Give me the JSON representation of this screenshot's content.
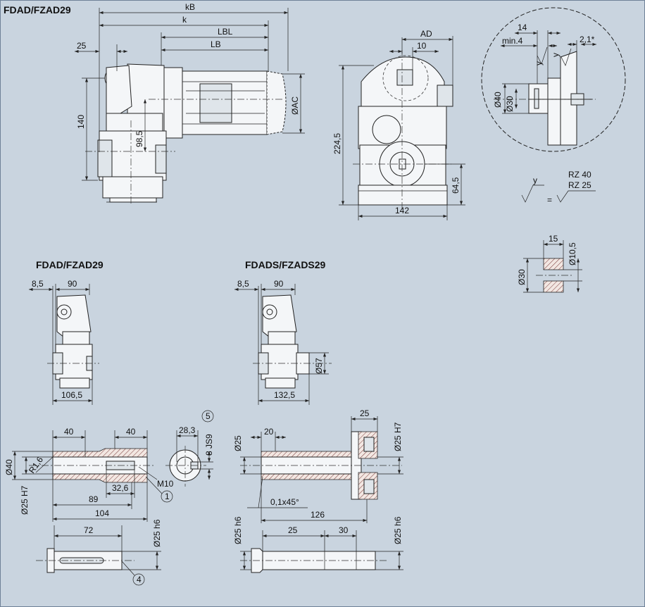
{
  "titles": {
    "main": "FDAD/FZAD29",
    "variant_a": "FDAD/FZAD29",
    "variant_b": "FDADS/FZADS29"
  },
  "dims_side": {
    "kB": "kB",
    "k": "k",
    "LBL": "LBL",
    "LB": "LB",
    "d25": "25",
    "d140": "140",
    "d98_5": "98,5",
    "AC": "ØAC"
  },
  "dims_front": {
    "AD": "AD",
    "d10": "10",
    "d224_5": "224,5",
    "d64_5": "64,5",
    "d142": "142"
  },
  "dims_detail": {
    "d14": "14",
    "min4": "min.4",
    "d2_1": "2,1*",
    "d40": "Ø40",
    "d30": "Ø30",
    "y1": "y",
    "y2": "y"
  },
  "roughness": {
    "y": "y",
    "eq": "=",
    "rz40": "RZ 40",
    "rz25": "RZ 25"
  },
  "dims_ring": {
    "d15": "15",
    "d10_5": "Ø10,5",
    "d30": "Ø30"
  },
  "dims_a": {
    "d8_5": "8,5",
    "d90": "90",
    "d106_5": "106,5"
  },
  "dims_b": {
    "d8_5": "8,5",
    "d90": "90",
    "d57": "Ø57",
    "d132_5": "132,5"
  },
  "dims_shaft": {
    "d40a": "40",
    "d40b": "40",
    "dia40": "Ø40",
    "r16": "R1,6",
    "dia25h7": "Ø25 H7",
    "d32_6": "32,6",
    "m10": "M10",
    "d89": "89",
    "d104": "104",
    "d28_3": "28,3",
    "js9": "8 JS9",
    "call1": "1",
    "call5": "5"
  },
  "dims_pin": {
    "d72": "72",
    "dia25h6": "Ø25 h6",
    "call4": "4"
  },
  "dims_shrink": {
    "d25": "25",
    "dia25": "Ø25",
    "d20": "20",
    "dia25h7": "Ø25 H7",
    "chamfer": "0,1x45°",
    "d126": "126"
  },
  "dims_pin2": {
    "dia25h6a": "Ø25 h6",
    "d25": "25",
    "d30": "30",
    "dia25h6b": "Ø25 h6"
  }
}
